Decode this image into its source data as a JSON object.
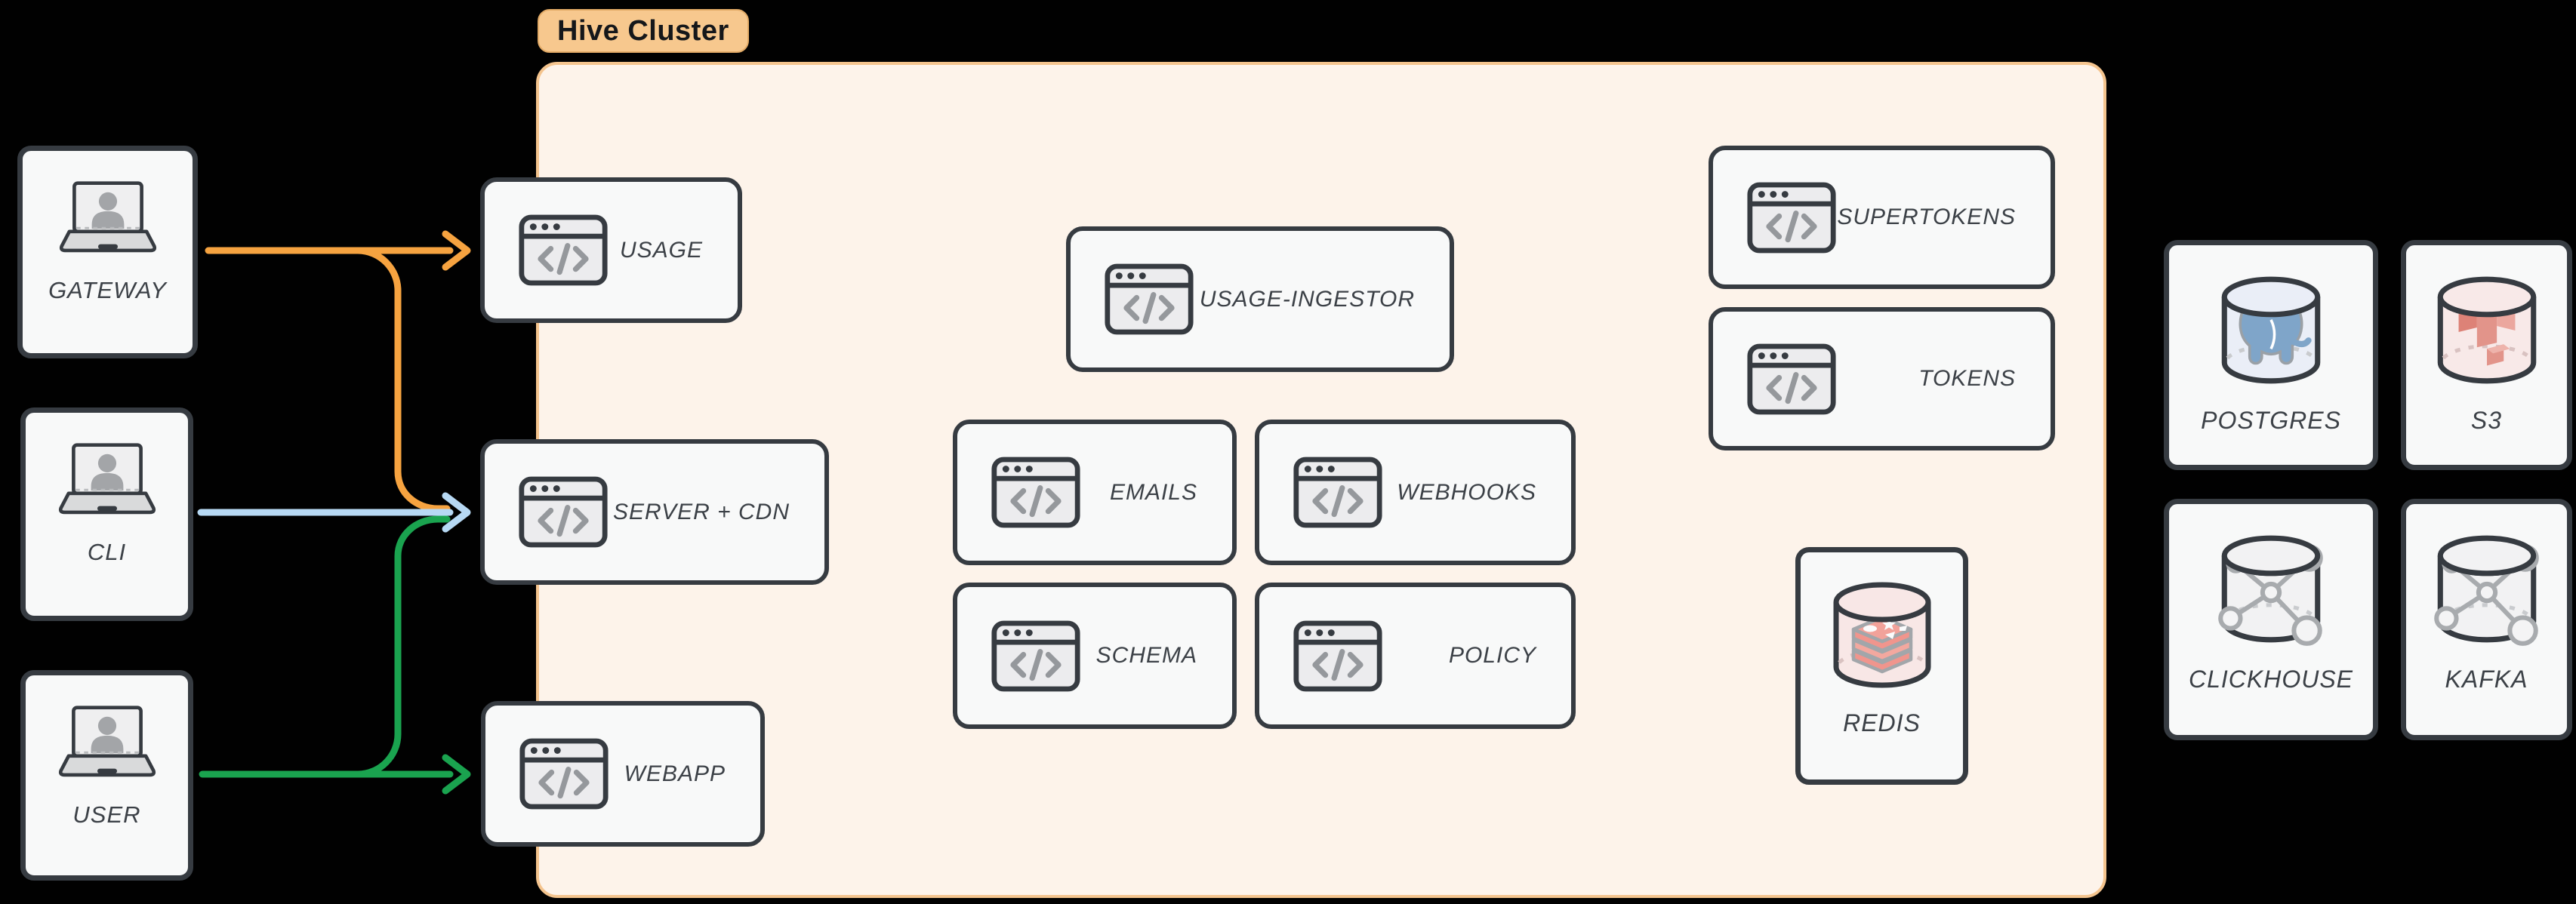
{
  "badge": {
    "label": "Hive Cluster"
  },
  "actors": {
    "gateway": {
      "label": "GATEWAY"
    },
    "cli": {
      "label": "CLI"
    },
    "user": {
      "label": "USER"
    }
  },
  "cluster": {
    "services": {
      "usage": {
        "label": "USAGE"
      },
      "server_cdn": {
        "label": "SERVER + CDN"
      },
      "webapp": {
        "label": "WEBAPP"
      },
      "usage_ingestor": {
        "label": "USAGE-INGESTOR"
      },
      "emails": {
        "label": "EMAILS"
      },
      "webhooks": {
        "label": "WEBHOOKS"
      },
      "schema": {
        "label": "SCHEMA"
      },
      "policy": {
        "label": "POLICY"
      },
      "supertokens": {
        "label": "SUPERTOKENS"
      },
      "tokens": {
        "label": "TOKENS"
      },
      "redis": {
        "label": "REDIS"
      }
    }
  },
  "external": {
    "postgres": {
      "label": "POSTGRES"
    },
    "s3": {
      "label": "S3"
    },
    "clickhouse": {
      "label": "CLICKHOUSE"
    },
    "kafka": {
      "label": "KAFKA"
    }
  },
  "edges": [
    {
      "from": "GATEWAY",
      "to": "USAGE",
      "color": "#f6a340"
    },
    {
      "from": "GATEWAY",
      "to": "SERVER + CDN",
      "color": "#f6a340"
    },
    {
      "from": "CLI",
      "to": "SERVER + CDN",
      "color": "#b7d9f4"
    },
    {
      "from": "USER",
      "to": "SERVER + CDN",
      "color": "#1aa34f"
    },
    {
      "from": "USER",
      "to": "WEBAPP",
      "color": "#1aa34f"
    }
  ],
  "colors": {
    "canvas_bg": "#010101",
    "cluster_bg": "#fdf3ea",
    "cluster_border": "#f4c48e",
    "badge_bg": "#f7c88e",
    "card_bg": "#f8f9f9",
    "card_border": "#363b41",
    "label_text": "#3c4147",
    "arrow_orange": "#f6a340",
    "arrow_blue": "#b7d9f4",
    "arrow_green": "#1aa34f"
  }
}
